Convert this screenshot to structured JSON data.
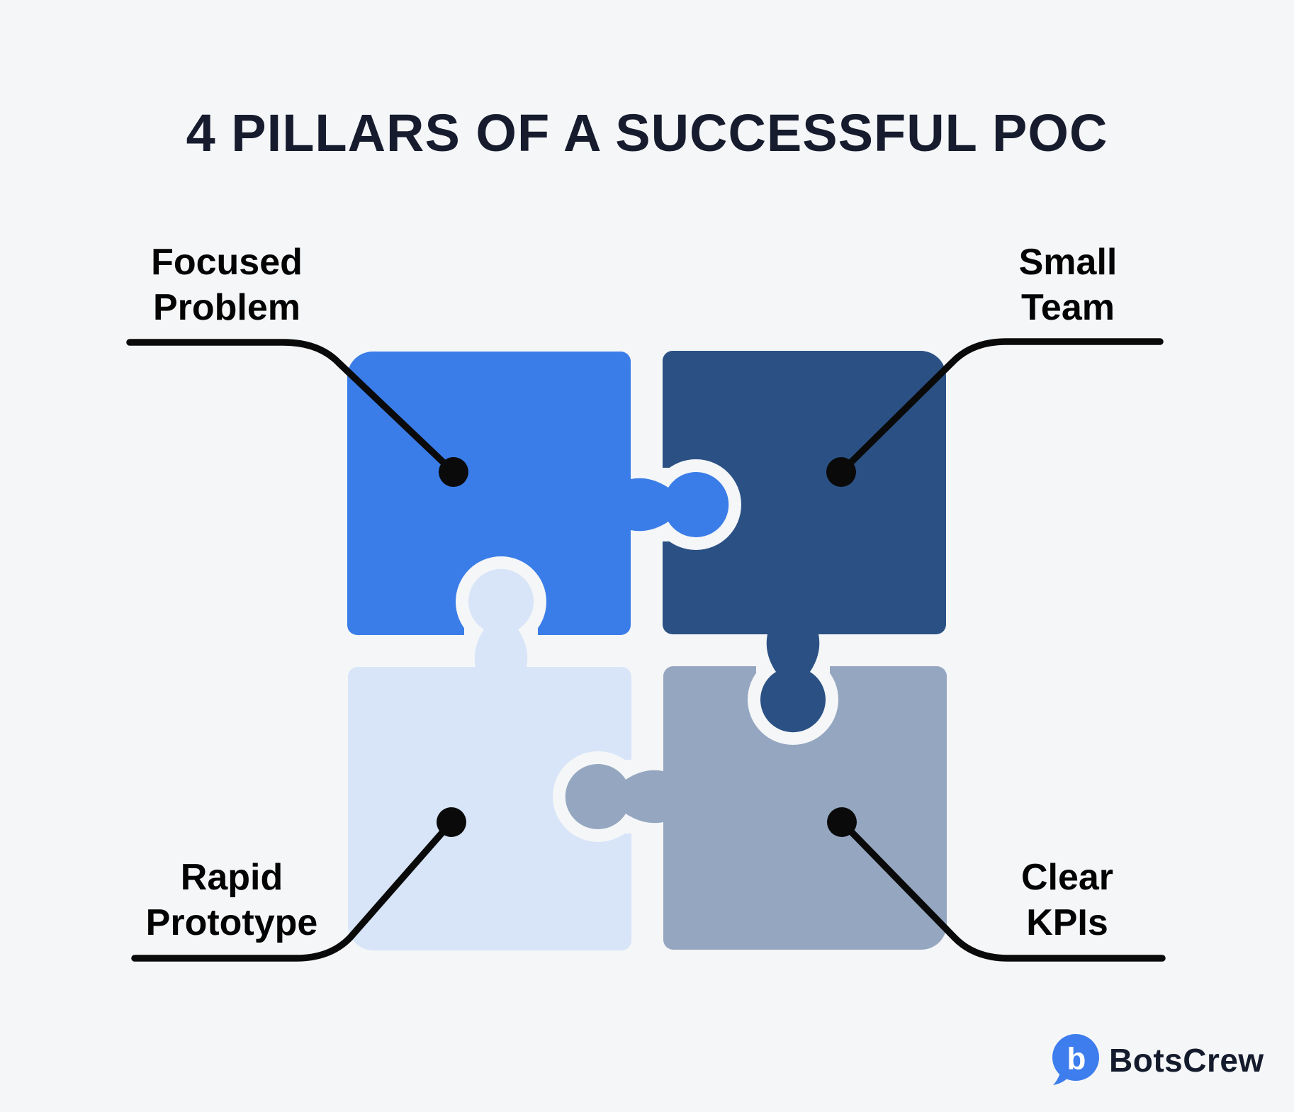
{
  "title": "4 PILLARS OF A SUCCESSFUL POC",
  "pillars": [
    {
      "name": "Focused Problem",
      "line1": "Focused",
      "line2": "Problem",
      "position": "top-left",
      "piece_color": "#3b7de8"
    },
    {
      "name": "Small Team",
      "line1": "Small",
      "line2": "Team",
      "position": "top-right",
      "piece_color": "#2b5184"
    },
    {
      "name": "Clear KPIs",
      "line1": "Clear",
      "line2": "KPIs",
      "position": "bottom-right",
      "piece_color": "#95a7c0"
    },
    {
      "name": "Rapid Prototype",
      "line1": "Rapid",
      "line2": "Prototype",
      "position": "bottom-left",
      "piece_color": "#d8e5f8"
    }
  ],
  "colors": {
    "background": "#f5f6f8",
    "connector": "#0a0a0a",
    "title_text": "#161c2e",
    "label_text": "#040404"
  },
  "logo": {
    "text": "BotsCrew",
    "bubble_letter": "b",
    "bubble_color": "#3d7ded",
    "text_color": "#131b2c"
  }
}
